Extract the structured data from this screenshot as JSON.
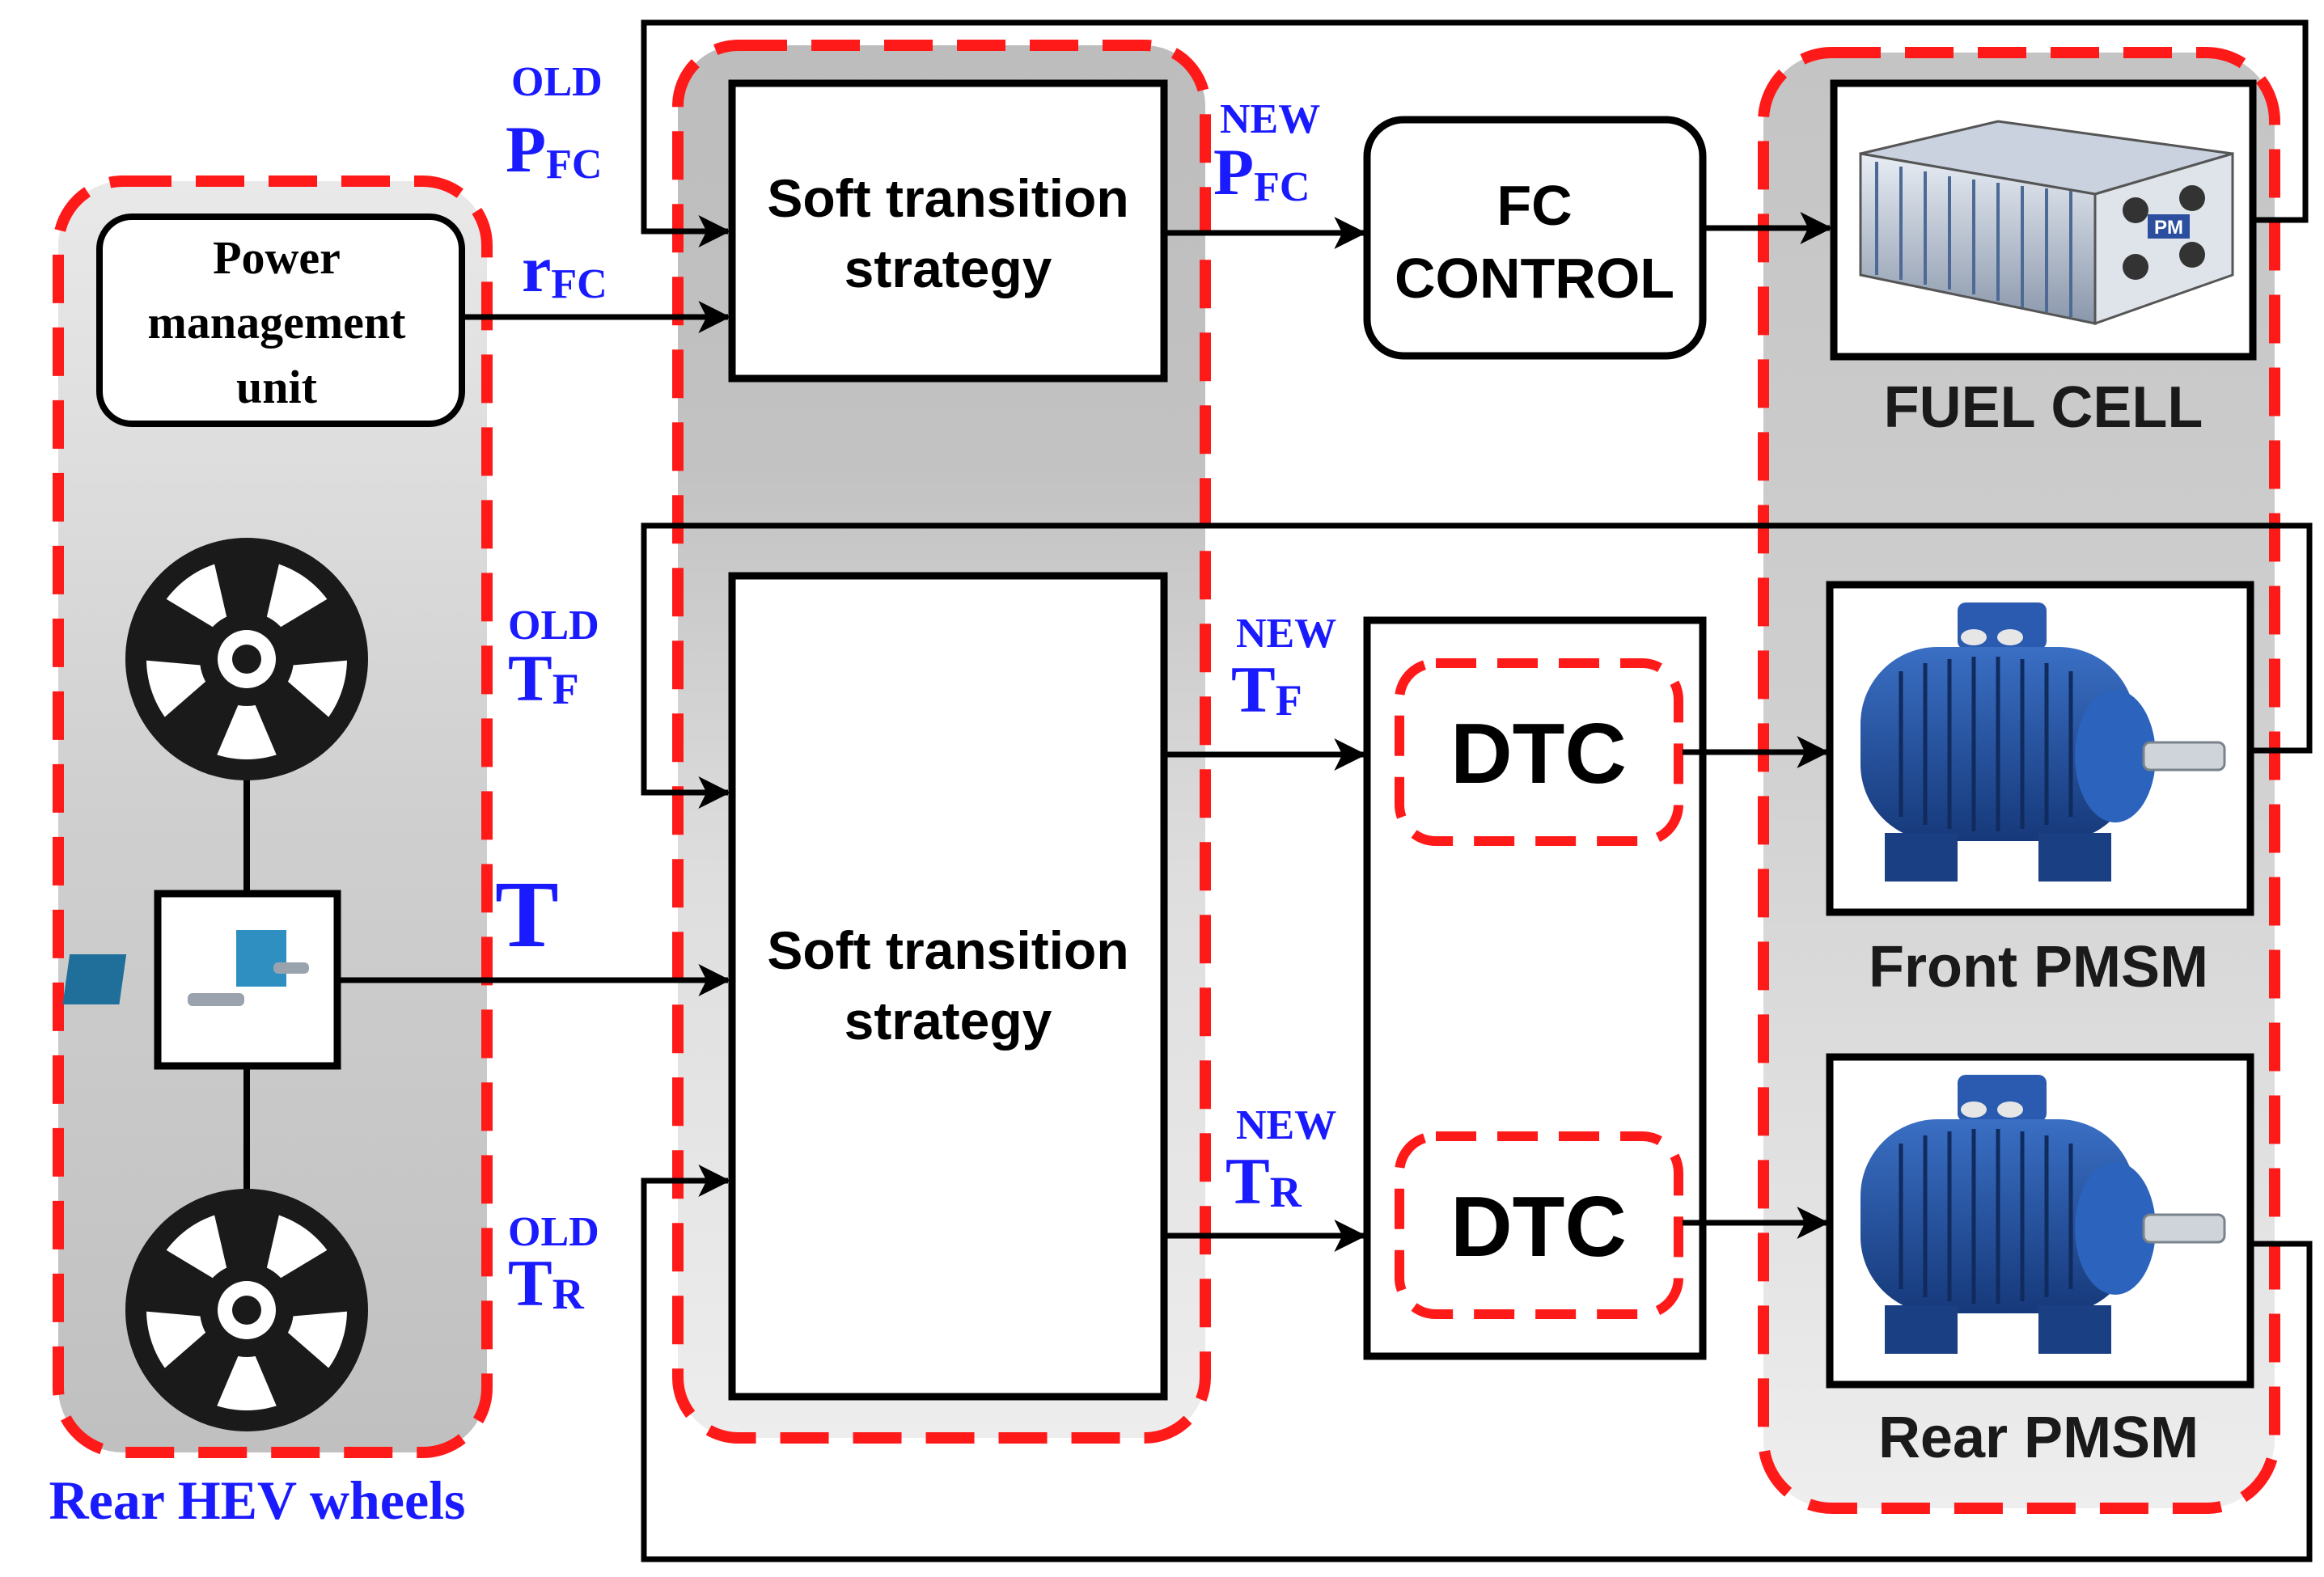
{
  "colors": {
    "dash_red": "#ff1a1a",
    "label_blue": "#1a1aff",
    "panel_dark": "#bdbdbd",
    "panel_light": "#f2f2f2",
    "stroke": "#000000",
    "motor_blue": "#1f4f9a",
    "wheel": "#1a1a1a"
  },
  "left_panel": {
    "pmu_line1": "Power",
    "pmu_line2": "management",
    "pmu_line3": "unit",
    "caption": "Rear HEV wheels",
    "wheel_icon": "wheel-icon",
    "sensor_icon": "torque-sensor-icon"
  },
  "middle_panel": {
    "top_line1": "Soft transition",
    "top_line2": "strategy",
    "bottom_line1": "Soft transition",
    "bottom_line2": "strategy"
  },
  "signals": {
    "old": "OLD",
    "new": "NEW",
    "p": "P",
    "fc_sub": "FC",
    "r": "r",
    "t_big": "T",
    "t": "T",
    "f_sub": "F",
    "r_sub": "R"
  },
  "fc_control": {
    "line1": "FC",
    "line2": "CONTROL"
  },
  "dtc": {
    "front": "DTC",
    "rear": "DTC"
  },
  "right_panel": {
    "fuel_cell_label": "FUEL CELL",
    "front_pmsm_label": "Front PMSM",
    "rear_pmsm_label": "Rear PMSM",
    "fuel_cell_logo": "PM",
    "fuel_cell_icon": "fuel-cell-icon",
    "motor_icon": "electric-motor-icon"
  }
}
